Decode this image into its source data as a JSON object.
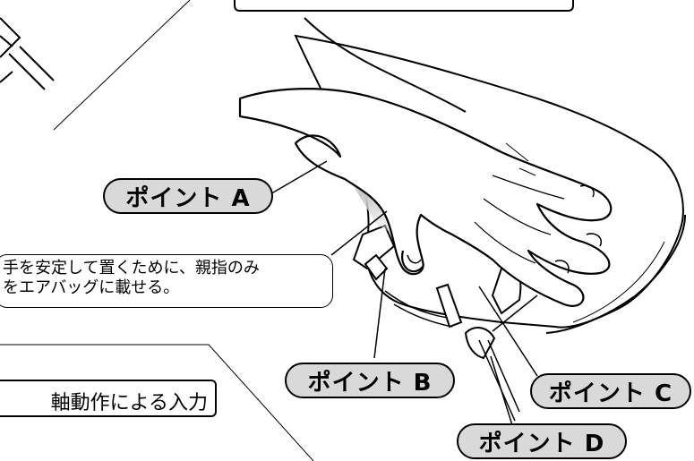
{
  "points": {
    "a": "ポイント A",
    "b": "ポイント B",
    "c": "ポイント C",
    "d": "ポイント D"
  },
  "note": "手を安定して置くために、親指のみ\nをエアバッグに載せる。",
  "section_box": "軸動作による入力",
  "colors": {
    "line": "#000000",
    "pill_fill": "#d9d9d9",
    "shade": "#d0d0d0"
  }
}
